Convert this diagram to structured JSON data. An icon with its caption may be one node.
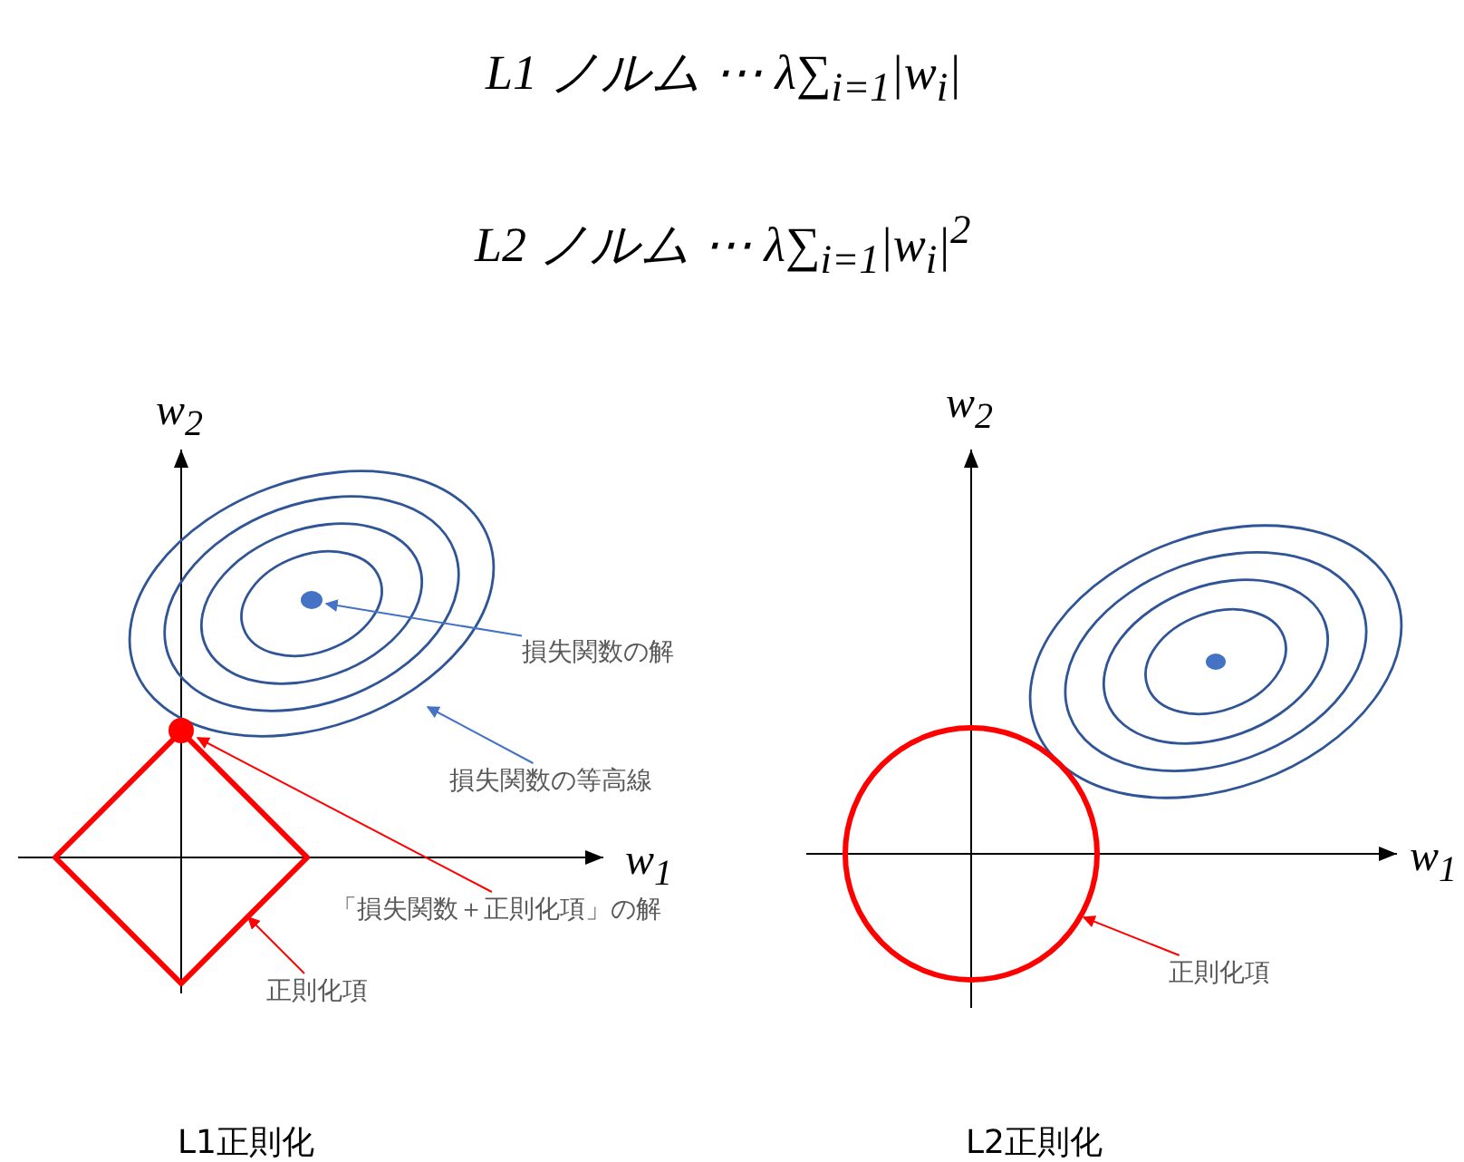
{
  "diagram": {
    "nodes": [
      {
        "text": [
          "損失関数の解"
        ]
      },
      {
        "text": [],
        "shape": "circle",
        "in": 3
      },
      {
        "text": [
          "損失関数の等高線"
        ]
      },
      {
        "text": [],
        "shape": "ellipse"
      },
      {
        "text": [
          "「損失関数＋正則化項」の解"
        ]
      },
      {
        "text": [],
        "shape": "circle"
      },
      {
        "text": [
          "正則化項"
        ]
      },
      {
        "text": [],
        "shape": "diamond"
      },
      {
        "text": [
          "正則化項"
        ]
      },
      {
        "text": [],
        "shape": "circle"
      }
    ],
    "edges": [
      {
        "from": 0,
        "to": 1,
        "arrow": "to",
        "color": "#4472c4"
      },
      {
        "from": 2,
        "to": 3,
        "arrow": "to",
        "color": "#4472c4"
      },
      {
        "from": 4,
        "to": 5,
        "arrow": "to"
      },
      {
        "from": 6,
        "to": 7,
        "arrow": "to"
      },
      {
        "from": 8,
        "to": 9,
        "arrow": "to"
      }
    ],
    "labels": [
      "L1 ノルム ⋯ λ∑$_{i=1}$|w$_{i}$|",
      "L2 ノルム ⋯ λ∑$_{i=1}$|w$_{i}$|$^{2}$",
      "w$_{2}$",
      "w$_{2}$",
      "w$_{1}$",
      "w$_{1}$",
      "L1正則化",
      "L2正則化"
    ]
  }
}
